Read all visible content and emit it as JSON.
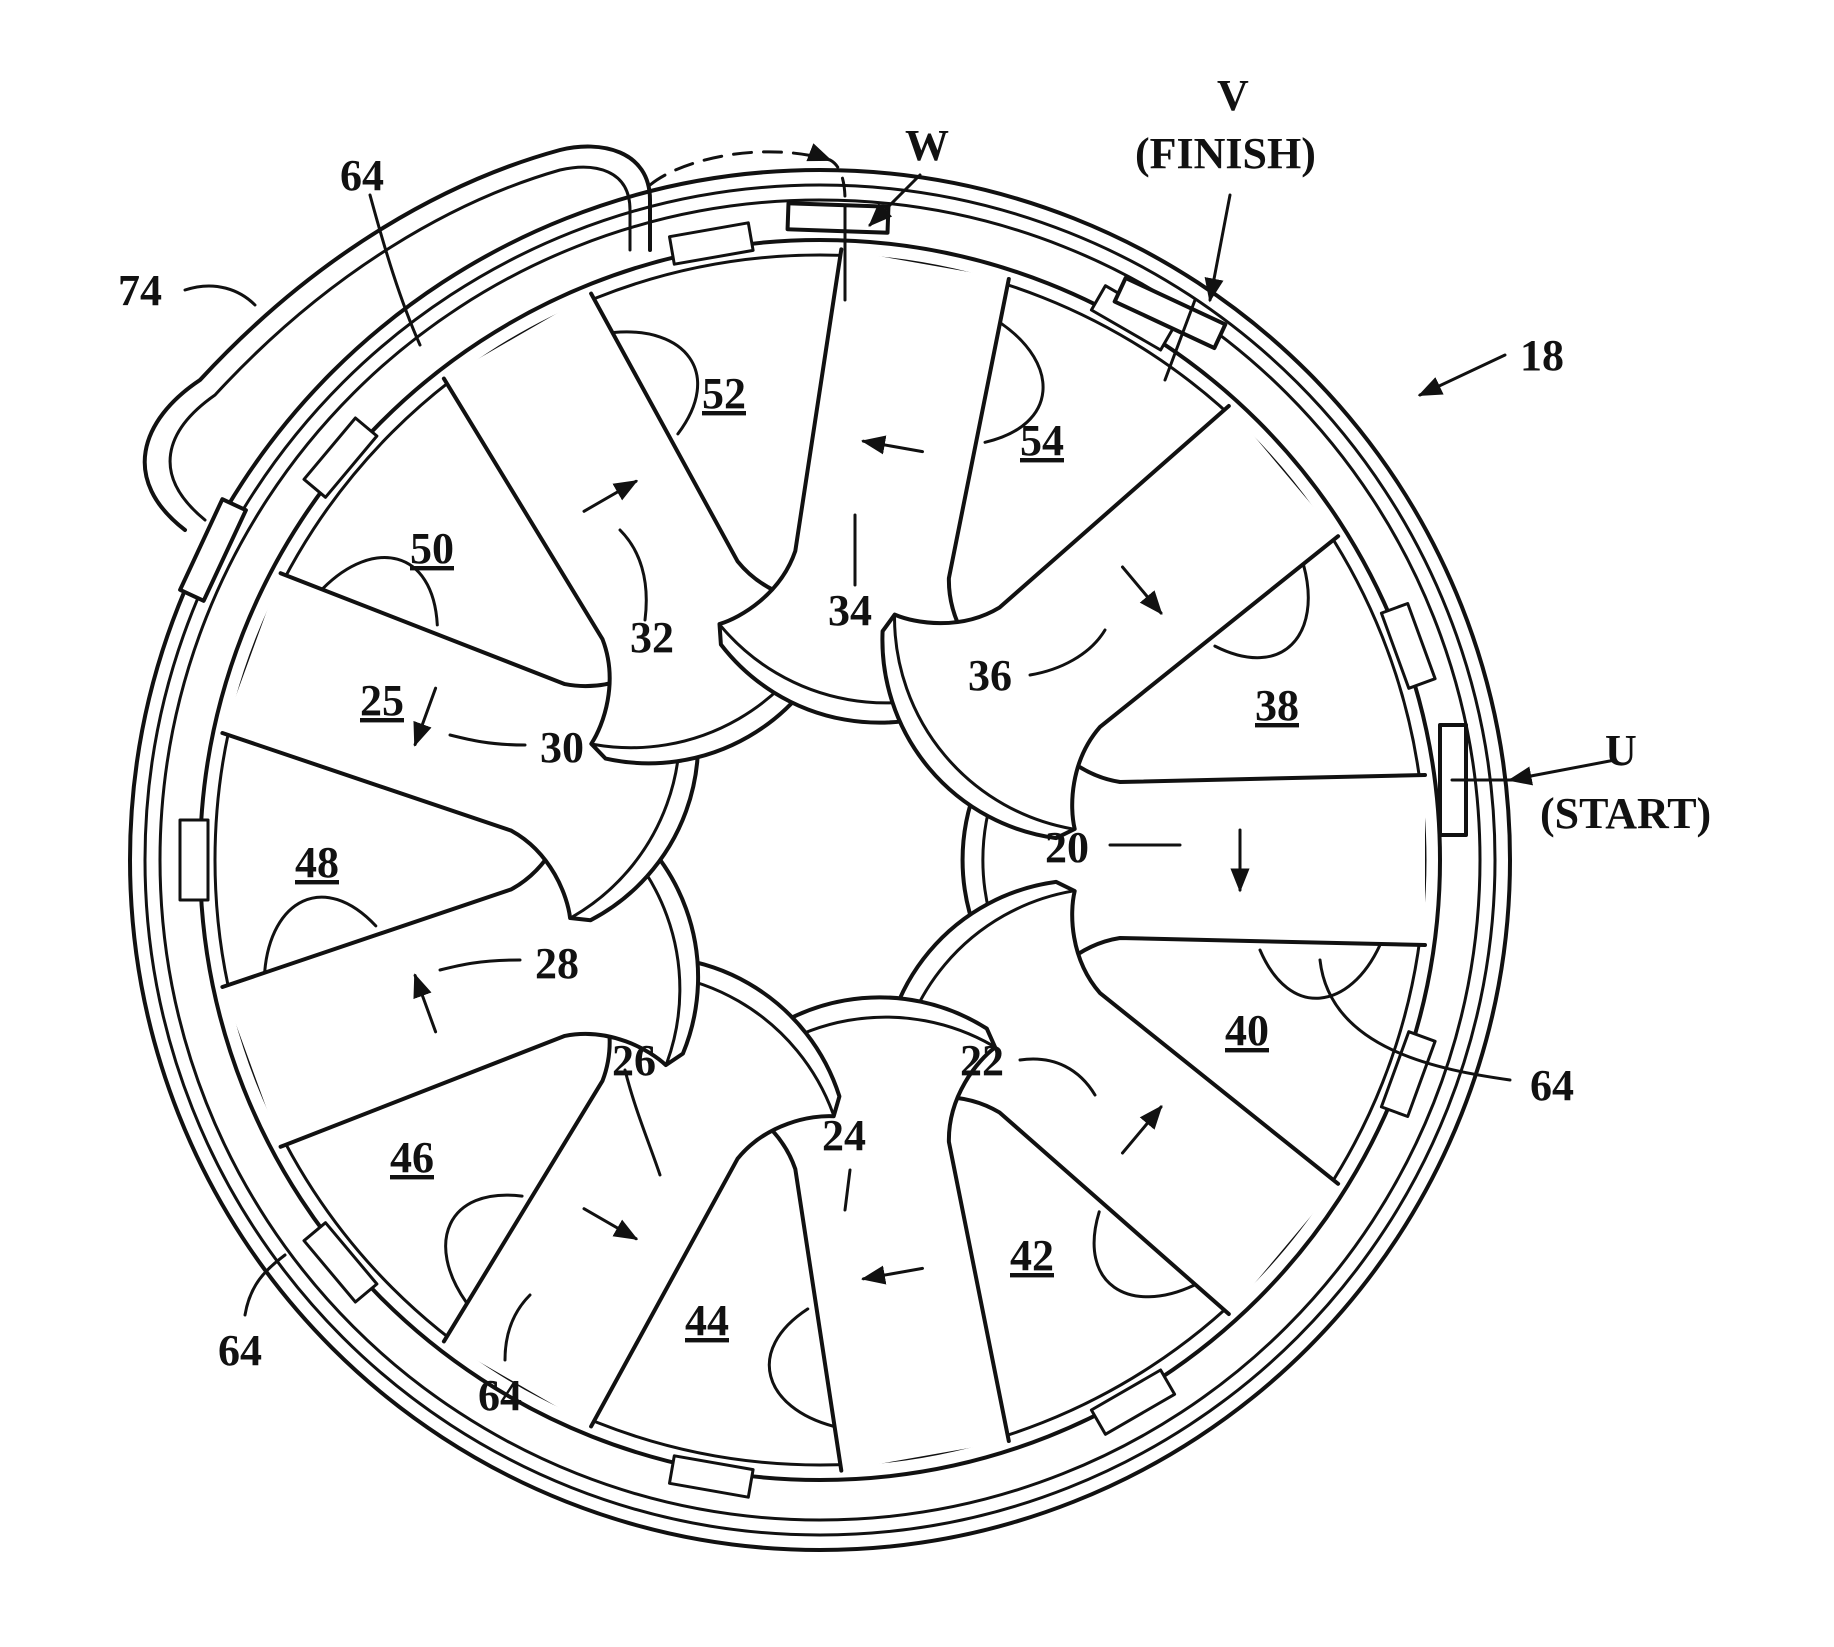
{
  "figure": {
    "reference_labels": {
      "assembly": "18",
      "poles": [
        "20",
        "22",
        "24",
        "26",
        "28",
        "30",
        "32",
        "34",
        "36"
      ],
      "pole_25": "25",
      "slots": [
        "38",
        "40",
        "42",
        "44",
        "46",
        "48",
        "50",
        "52",
        "54"
      ],
      "insulator": "64",
      "jumper": "74"
    },
    "terminals": {
      "u": "U",
      "u_note": "(START)",
      "v": "V",
      "v_note": "(FINISH)",
      "w": "W"
    },
    "colors": {
      "ink": "#111111",
      "background": "#ffffff"
    }
  }
}
